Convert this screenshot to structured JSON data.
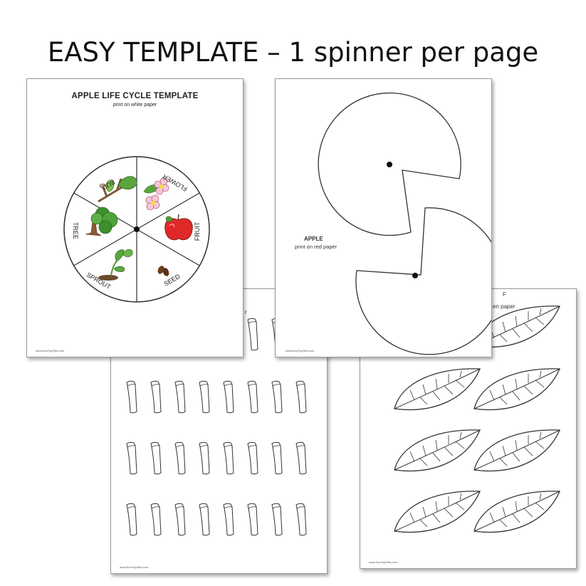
{
  "headline": "EASY TEMPLATE – 1 spinner per page",
  "life_cycle_sheet": {
    "title": "APPLE  LIFE CYCLE TEMPLATE",
    "subtitle": "print on white paper",
    "segments": [
      "BUD",
      "FLOWER",
      "FRUIT",
      "SEED",
      "SPROUT",
      "TREE"
    ],
    "footer": "www.NonToyGifts.com"
  },
  "apple_sheet": {
    "label": "APPLE",
    "sublabel": "print on red paper",
    "footer": "www.NonToyGifts.com"
  },
  "stem_sheet": {
    "partial_title": "r",
    "footer": "www.NonToyGifts.com"
  },
  "leaf_sheet": {
    "partial_title": "F",
    "partial_subtitle": "en paper",
    "footer": "www.NonToyGifts.com"
  }
}
